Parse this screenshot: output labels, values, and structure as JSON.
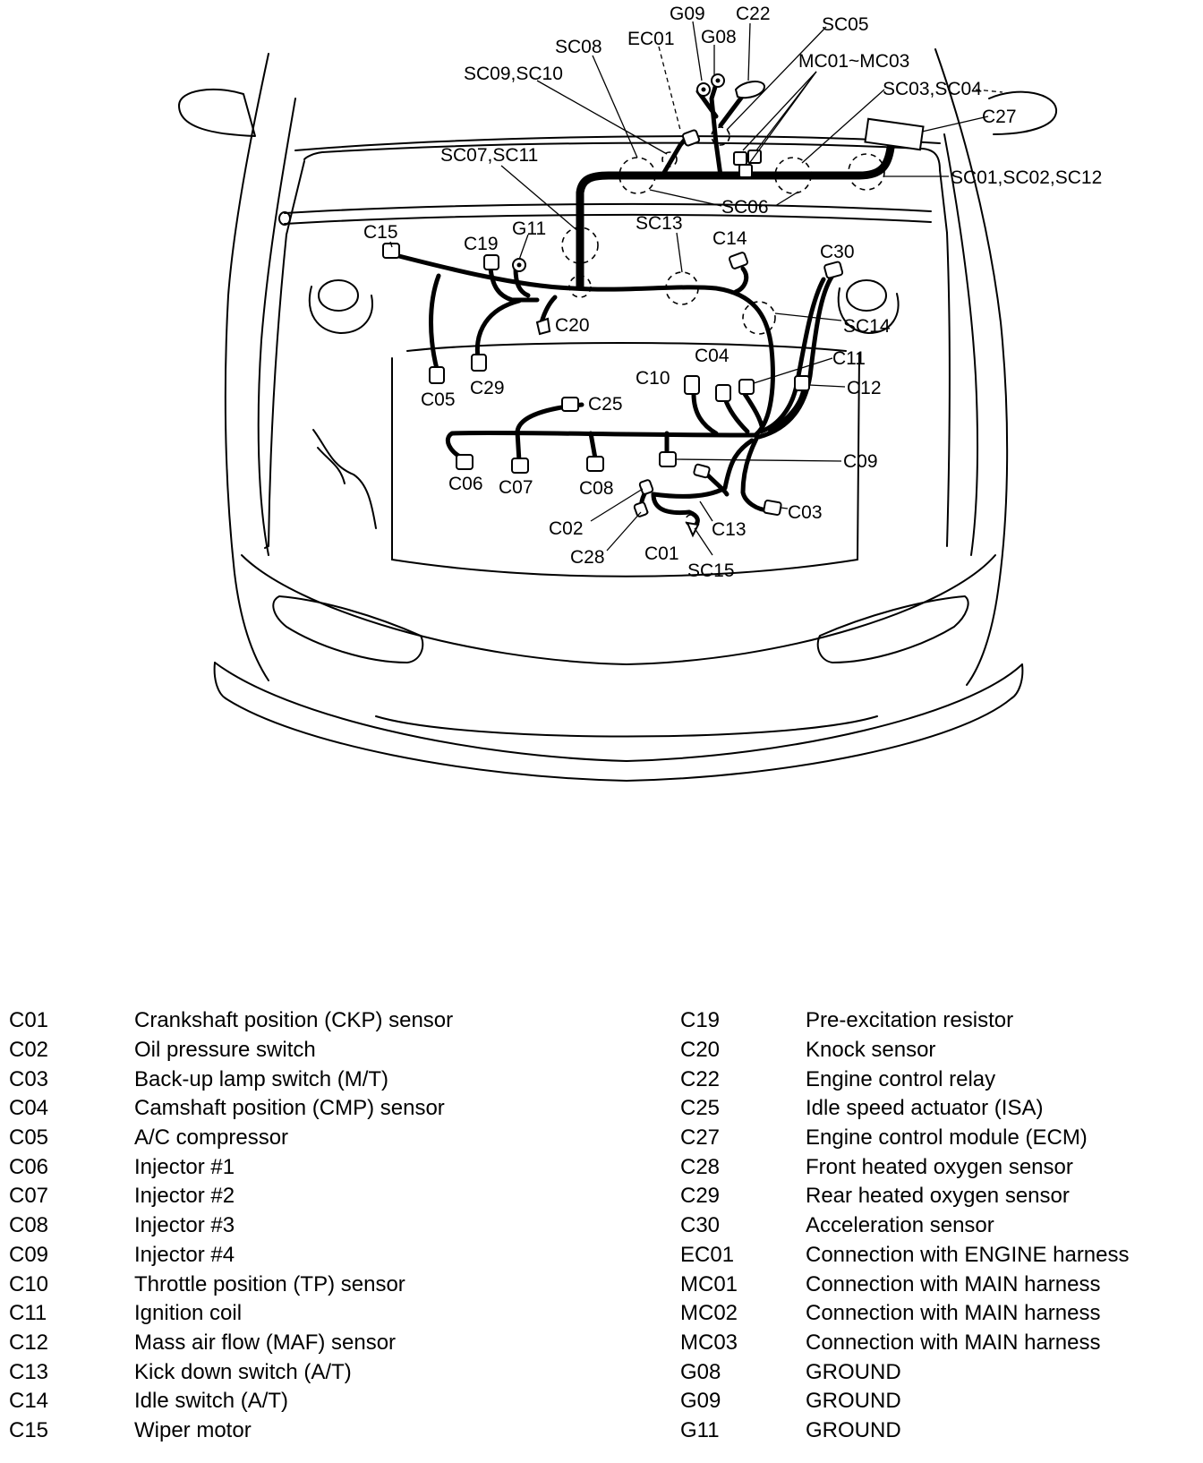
{
  "diagram": {
    "labels": {
      "g09": "G09",
      "c22": "C22",
      "sc05": "SC05",
      "sc08": "SC08",
      "ec01": "EC01",
      "g08": "G08",
      "mc01_mc03": "MC01~MC03",
      "sc09_sc10": "SC09,SC10",
      "sc03_sc04": "SC03,SC04",
      "c27": "C27",
      "sc07_sc11": "SC07,SC11",
      "sc01_sc02_sc12": "SC01,SC02,SC12",
      "sc06": "SC06",
      "c15": "C15",
      "g11": "G11",
      "c19": "C19",
      "sc13": "SC13",
      "c14": "C14",
      "c30": "C30",
      "c20": "C20",
      "sc14": "SC14",
      "c11": "C11",
      "c04": "C04",
      "c10": "C10",
      "c12": "C12",
      "c05": "C05",
      "c29": "C29",
      "c25": "C25",
      "c09": "C09",
      "c06": "C06",
      "c07": "C07",
      "c08": "C08",
      "c03": "C03",
      "c02": "C02",
      "c13": "C13",
      "c28": "C28",
      "c01": "C01",
      "sc15": "SC15"
    }
  },
  "legend": {
    "left": [
      {
        "code": "C01",
        "desc": "Crankshaft position (CKP) sensor"
      },
      {
        "code": "C02",
        "desc": "Oil pressure switch"
      },
      {
        "code": "C03",
        "desc": "Back-up lamp switch (M/T)"
      },
      {
        "code": "C04",
        "desc": "Camshaft position (CMP) sensor"
      },
      {
        "code": "C05",
        "desc": "A/C compressor"
      },
      {
        "code": "C06",
        "desc": "Injector #1"
      },
      {
        "code": "C07",
        "desc": "Injector #2"
      },
      {
        "code": "C08",
        "desc": "Injector #3"
      },
      {
        "code": "C09",
        "desc": "Injector #4"
      },
      {
        "code": "C10",
        "desc": "Throttle position (TP) sensor"
      },
      {
        "code": "C11",
        "desc": "Ignition coil"
      },
      {
        "code": "C12",
        "desc": "Mass air flow (MAF) sensor"
      },
      {
        "code": "C13",
        "desc": "Kick down switch (A/T)"
      },
      {
        "code": "C14",
        "desc": "Idle switch (A/T)"
      },
      {
        "code": "C15",
        "desc": "Wiper motor"
      }
    ],
    "right": [
      {
        "code": "C19",
        "desc": "Pre-excitation resistor"
      },
      {
        "code": "C20",
        "desc": "Knock sensor"
      },
      {
        "code": "C22",
        "desc": "Engine control relay"
      },
      {
        "code": "C25",
        "desc": "Idle speed actuator (ISA)"
      },
      {
        "code": "C27",
        "desc": "Engine control module (ECM)"
      },
      {
        "code": "C28",
        "desc": "Front heated oxygen sensor"
      },
      {
        "code": "C29",
        "desc": "Rear heated oxygen sensor"
      },
      {
        "code": "C30",
        "desc": "Acceleration sensor"
      },
      {
        "code": "EC01",
        "desc": "Connection with ENGINE harness"
      },
      {
        "code": "MC01",
        "desc": "Connection with MAIN harness"
      },
      {
        "code": "MC02",
        "desc": "Connection with MAIN harness"
      },
      {
        "code": "MC03",
        "desc": "Connection with MAIN harness"
      },
      {
        "code": "G08",
        "desc": "GROUND"
      },
      {
        "code": "G09",
        "desc": "GROUND"
      },
      {
        "code": "G11",
        "desc": "GROUND"
      }
    ]
  }
}
